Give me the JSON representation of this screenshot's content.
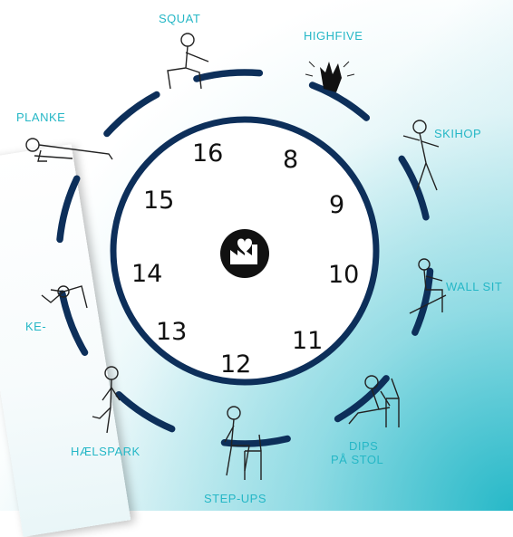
{
  "exercises": [
    {
      "id": "squat",
      "label": "SQUAT"
    },
    {
      "id": "highfive",
      "label": "HIGHFIVE"
    },
    {
      "id": "skihop",
      "label": "SKIHOP"
    },
    {
      "id": "wallsit",
      "label": "WALL SIT"
    },
    {
      "id": "dips",
      "label": "DIPS",
      "label2": "PÅ STOL"
    },
    {
      "id": "stepups",
      "label": "STEP-UPS"
    },
    {
      "id": "haelspark",
      "label": "HÆLSPARK"
    },
    {
      "id": "partial",
      "label": "KE-"
    },
    {
      "id": "planke",
      "label": "PLANKE"
    }
  ],
  "hours": [
    "8",
    "9",
    "10",
    "11",
    "12",
    "13",
    "14",
    "15",
    "16"
  ],
  "colors": {
    "ring": "#0d2f5a",
    "label": "#25b7c6",
    "teal": "#1fb6c6",
    "logo": "#111111"
  },
  "center_icon": "heart-factory-icon"
}
